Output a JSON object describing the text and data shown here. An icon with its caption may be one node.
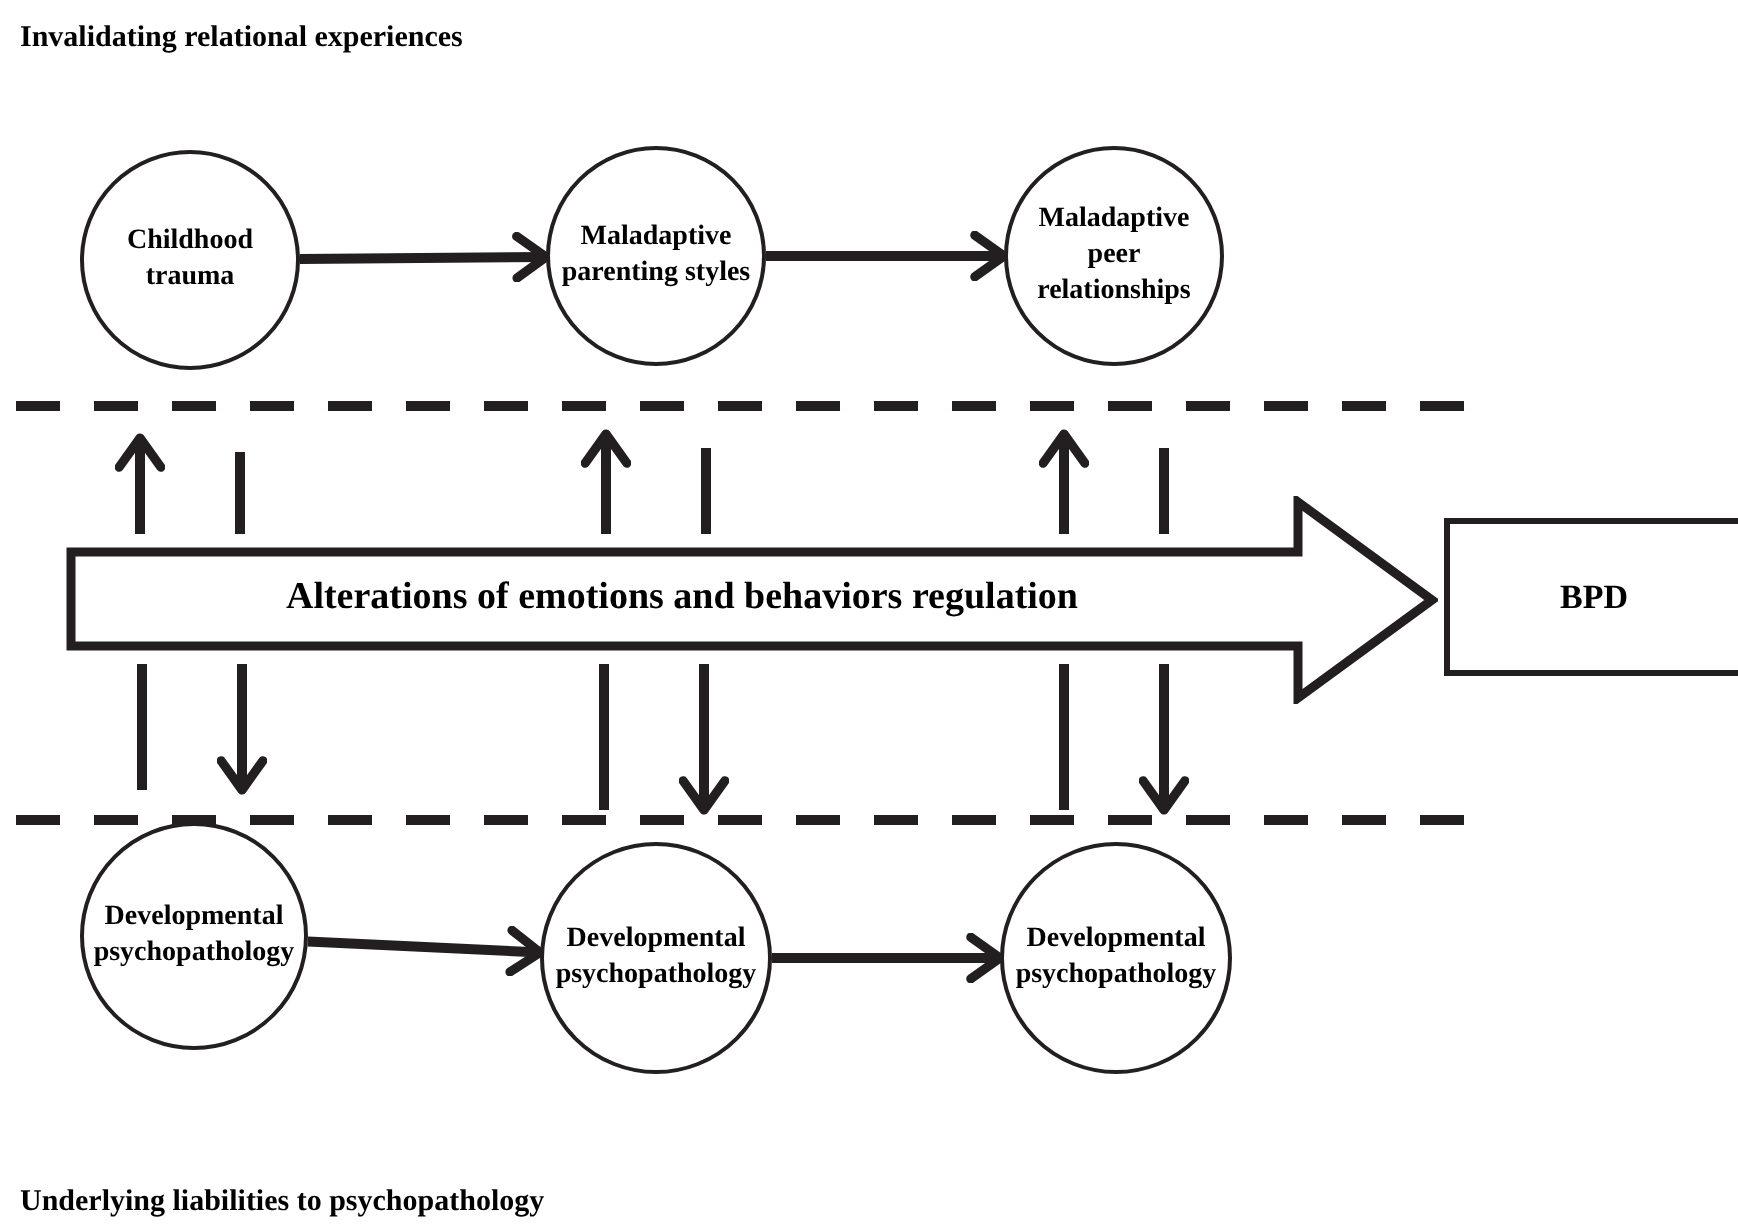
{
  "diagram": {
    "nodes": [
      {
        "text": [
          "Childhood trauma"
        ]
      },
      {
        "text": [
          "Maladaptive parenting styles"
        ]
      },
      {
        "text": [
          "Maladaptive peer relationships"
        ]
      },
      {
        "text": [
          "Alterations of emotions and behaviors regulation"
        ]
      },
      {
        "text": [
          "BPD"
        ]
      },
      {
        "text": [
          "Developmental psychopathology"
        ]
      },
      {
        "text": [
          "Developmental psychopathology"
        ]
      },
      {
        "text": [
          "Developmental psychopathology"
        ]
      }
    ],
    "edges": [
      {
        "from": 0,
        "to": 1,
        "arrow": "to"
      },
      {
        "from": 1,
        "to": 2,
        "arrow": "to"
      },
      {
        "from": 5,
        "to": 6,
        "arrow": "to"
      },
      {
        "from": 6,
        "to": 7,
        "arrow": "to"
      },
      {
        "from": 3,
        "to": 0,
        "arrow": "to"
      },
      {
        "from": 0,
        "to": 3,
        "arrow": "none"
      },
      {
        "from": 5,
        "to": 3,
        "arrow": "none"
      },
      {
        "from": 3,
        "to": 5,
        "arrow": "to"
      },
      {
        "from": 3,
        "to": 1,
        "arrow": "to"
      },
      {
        "from": 1,
        "to": 3,
        "arrow": "none"
      },
      {
        "from": 6,
        "to": 3,
        "arrow": "none"
      },
      {
        "from": 3,
        "to": 6,
        "arrow": "to"
      },
      {
        "from": 3,
        "to": 2,
        "arrow": "to"
      },
      {
        "from": 2,
        "to": 3,
        "arrow": "none"
      },
      {
        "from": 7,
        "to": 3,
        "arrow": "none"
      },
      {
        "from": 3,
        "to": 7,
        "arrow": "to"
      }
    ],
    "labels": [
      "Invalidating relational experiences",
      "Underlying liabilities to psychopathology"
    ]
  }
}
